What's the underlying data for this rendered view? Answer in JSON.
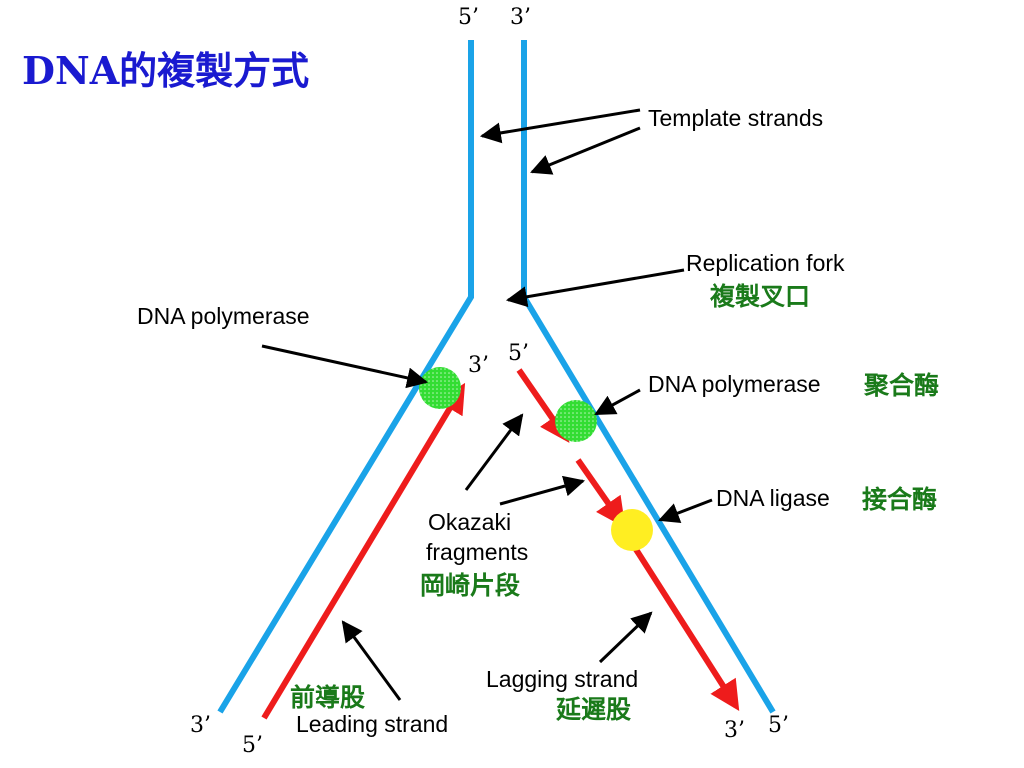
{
  "title": "DNA的複製方式",
  "ends": {
    "top_5": "5’",
    "top_3": "3’",
    "left_bottom_3": "3’",
    "leading_bottom_5": "5’",
    "lagging_bottom_3": "3’",
    "right_bottom_5": "5’",
    "leading_top_3": "3’",
    "lagging_top_5": "5’"
  },
  "labels": {
    "template_strands": "Template strands",
    "replication_fork": "Replication fork",
    "replication_fork_zh": "複製叉口",
    "dna_polymerase_left": "DNA polymerase",
    "dna_polymerase_right": "DNA polymerase",
    "dna_polymerase_zh": "聚合酶",
    "dna_ligase": "DNA ligase",
    "dna_ligase_zh": "接合酶",
    "okazaki_line1": "Okazaki",
    "okazaki_line2": "fragments",
    "okazaki_zh": "岡崎片段",
    "leading_strand": "Leading strand",
    "leading_strand_zh": "前導股",
    "lagging_strand": "Lagging strand",
    "lagging_strand_zh": "延遲股"
  },
  "colors": {
    "template": "#1aa3e8",
    "new_strand": "#ee1c1c",
    "polymerase": "#33dd33",
    "ligase": "#ffee22",
    "title": "#1a1ad0",
    "chinese": "#1a7a1a"
  }
}
